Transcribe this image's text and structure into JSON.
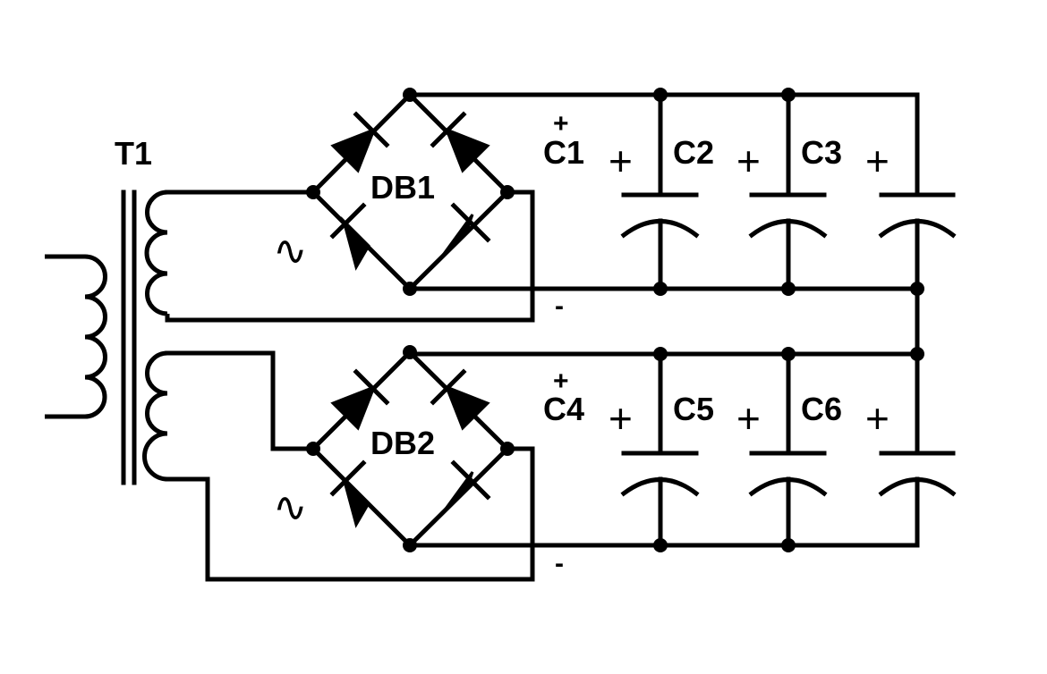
{
  "transformer": {
    "label": "T1"
  },
  "bridges": [
    {
      "label": "DB1",
      "ac_symbol": "∿",
      "minus_label": "-"
    },
    {
      "label": "DB2",
      "ac_symbol": "∿",
      "minus_label": "-"
    }
  ],
  "capacitors": [
    {
      "label": "C1",
      "polarity": "+"
    },
    {
      "label": "C2",
      "polarity": "+"
    },
    {
      "label": "C3",
      "polarity": "+"
    },
    {
      "label": "C4",
      "polarity": "+"
    },
    {
      "label": "C5",
      "polarity": "+"
    },
    {
      "label": "C6",
      "polarity": "+"
    }
  ],
  "colors": {
    "ink": "#000000",
    "background": "#ffffff"
  }
}
